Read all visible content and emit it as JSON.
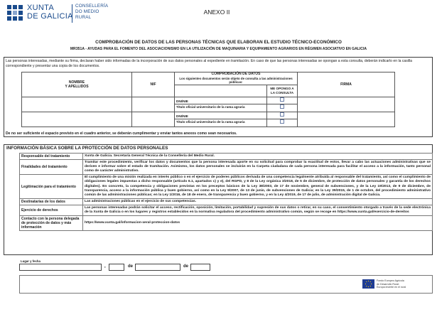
{
  "header": {
    "brand_line1": "XUNTA",
    "brand_line2": "DE GALICIA",
    "dept_line1": "CONSELLERÍA",
    "dept_line2": "DO MEDIO",
    "dept_line3": "RURAL",
    "annex": "ANEXO II"
  },
  "title": "COMPROBACIÓN DE DATOS DE LAS PERSONAS TÉCNICAS QUE ELABORAN EL ESTUDIO TÉCNICO-ECONÓMICO",
  "subtitle": "MR351A - AYUDAS PARA EL FOMENTO DEL ASOCIACIONISMO EN LA UTILIZACIÓN DE MAQUINARIA Y EQUIPAMIENTO AGRARIOS EN RÉGIMEN ASOCIATIVO EN GALICIA",
  "section1": {
    "intro": "Las personas interesadas, mediante su firma, declaran haber sido informadas de la incorporación de sus datos personales al expediente en tramitación. En caso de que las personas interesadas se opongan a esta consulta, deberán indicarlo en la casilla correspondiente y presentar una copia de los documentos.",
    "col_name": "NOMBRE\nY APELLIDOS",
    "col_nif": "NIF",
    "col_check": "COMPROBACIÓN DE DATOS",
    "col_check_sub": "Los siguientes documentos serán objeto de consulta a las administraciones públicas:",
    "col_oppose": "ME OPONGO A LA CONSULTA",
    "col_sign": "FIRMA",
    "rows": [
      {
        "doc1": "DNI/NIE",
        "doc2": "Título oficial universitario de la rama agraria"
      },
      {
        "doc1": "DNI/NIE",
        "doc2": "Título oficial universitario de la rama agraria"
      }
    ],
    "footer": "De no ser suficiente el espacio previsto en el cuadro anterior, se deberán cumplimentar y enviar tantos anexos como sean necesarios."
  },
  "section2": {
    "title": "INFORMACIÓN BÁSICA SOBRE LA PROTECCIÓN DE DATOS PERSONALES",
    "rows": [
      {
        "label": "Responsable del tratamiento",
        "value": "Xunta de Galicia. Secretaría General Técnica de la Consellería del Medio Rural."
      },
      {
        "label": "Finalidades del tratamiento",
        "value": "Tramitar este procedimiento, verificar los datos y documentos que la persona interesada aporte en su solicitud para comprobar la exactitud de estos, llevar a cabo las actuaciones administrativas que se deriven e informar sobre el estado de tramitación. Asimismo, los datos personales se incluirán en la Carpeta ciudadana de cada persona interesada para facilitar el acceso a la información, tanto personal como de carácter administrativo."
      },
      {
        "label": "Legitimación para el tratamiento",
        "value": "El cumplimiento de una misión realizada en interés público o en el ejercicio de poderes públicos derivada de una competencia legalmente atribuida al responsable del tratamiento, así como el cumplimiento de obligaciones legales impuestas a dicho responsable (artículo 6.1, apartados c) y e), del RGPD, y 8 de la Ley orgánica 3/2018, de 5 de diciembre, de protección de datos personales y garantía de los derechos digitales). En concreto, la competencia y obligaciones previstas en los preceptos básicos de la Ley 38/2003, de 17 de noviembre, general de subvenciones, y de la Ley 19/2013, de 9 de diciembre, de transparencia, acceso a la información pública y buen gobierno, así como en la Ley 9/2007, de 13 de junio, de subvenciones de Galicia; en la Ley 39/2015, de 1 de octubre, del procedimiento administrativo común de las administraciones públicas; en la Ley 1/2016, de 18 de enero, de transparencia y buen gobierno, y en la Ley 4/2019, de 17 de julio, de administración digital de Galicia."
      },
      {
        "label": "Destinatarias de los datos",
        "value": "Las administraciones públicas en el ejercicio de sus competencias."
      },
      {
        "label": "Ejercicio de derechos",
        "value": "Las personas interesadas podrán solicitar el acceso, rectificación, oposición, limitación, portabilidad y supresión de sus datos o retirar, en su caso, el consentimiento otorgado a través de la sede electrónica de la Xunta de Galicia o en los lugares y registros establecidos en la normativa reguladora del procedimiento administrativo común, según se recoge en https://www.xunta.gal/exercicio-de-dereitos"
      },
      {
        "label": "Contacto con la persona delegada de protección de datos y más información",
        "value": "https://www.xunta.gal/informacion-xeral-proteccion-datos"
      }
    ]
  },
  "place_date": {
    "label": "Lugar y fecha",
    "comma": ",",
    "de1": "de",
    "de2": "de"
  },
  "eu": {
    "line1": "Fondo Europeo Agrícola",
    "line2": "de Desarrollo Rural:",
    "line3": "Europa invierte en el rural"
  }
}
